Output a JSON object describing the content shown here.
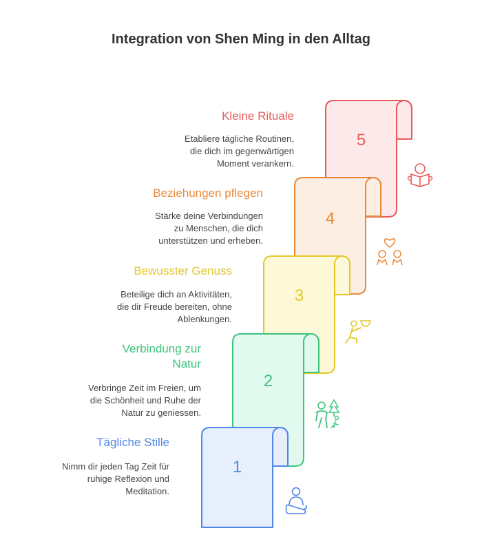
{
  "title": "Integration von Shen Ming in den Alltag",
  "steps": [
    {
      "number": "1",
      "title": "Tägliche Stille",
      "desc": "Nimm dir jeden Tag Zeit für\nruhige Reflexion und\nMeditation.",
      "icon": "meditation-icon",
      "stroke": "#4f86e3",
      "fill": "#e7effc"
    },
    {
      "number": "2",
      "title": "Verbindung zur\nNatur",
      "desc": "Verbringe Zeit im Freien, um\ndie Schönheit und Ruhe der\nNatur zu geniessen.",
      "icon": "hiking-nature-icon",
      "stroke": "#3ec47c",
      "fill": "#e1f9ee"
    },
    {
      "number": "3",
      "title": "Bewusster Genuss",
      "desc": "Beteilige dich an Aktivitäten,\ndie dir Freude bereiten, ohne\nAblenkungen.",
      "icon": "person-serving-icon",
      "stroke": "#e3c82a",
      "fill": "#fdf9d8"
    },
    {
      "number": "4",
      "title": "Beziehungen pflegen",
      "desc": "Stärke deine Verbindungen\nzu Menschen, die dich\nunterstützen und erheben.",
      "icon": "people-heart-icon",
      "stroke": "#e8893a",
      "fill": "#fdeee3"
    },
    {
      "number": "5",
      "title": "Kleine Rituale",
      "desc": "Etabliere tägliche Routinen,\ndie dich im gegenwärtigen\nMoment verankern.",
      "icon": "reading-person-icon",
      "stroke": "#e85a5a",
      "fill": "#fde9e9"
    }
  ]
}
